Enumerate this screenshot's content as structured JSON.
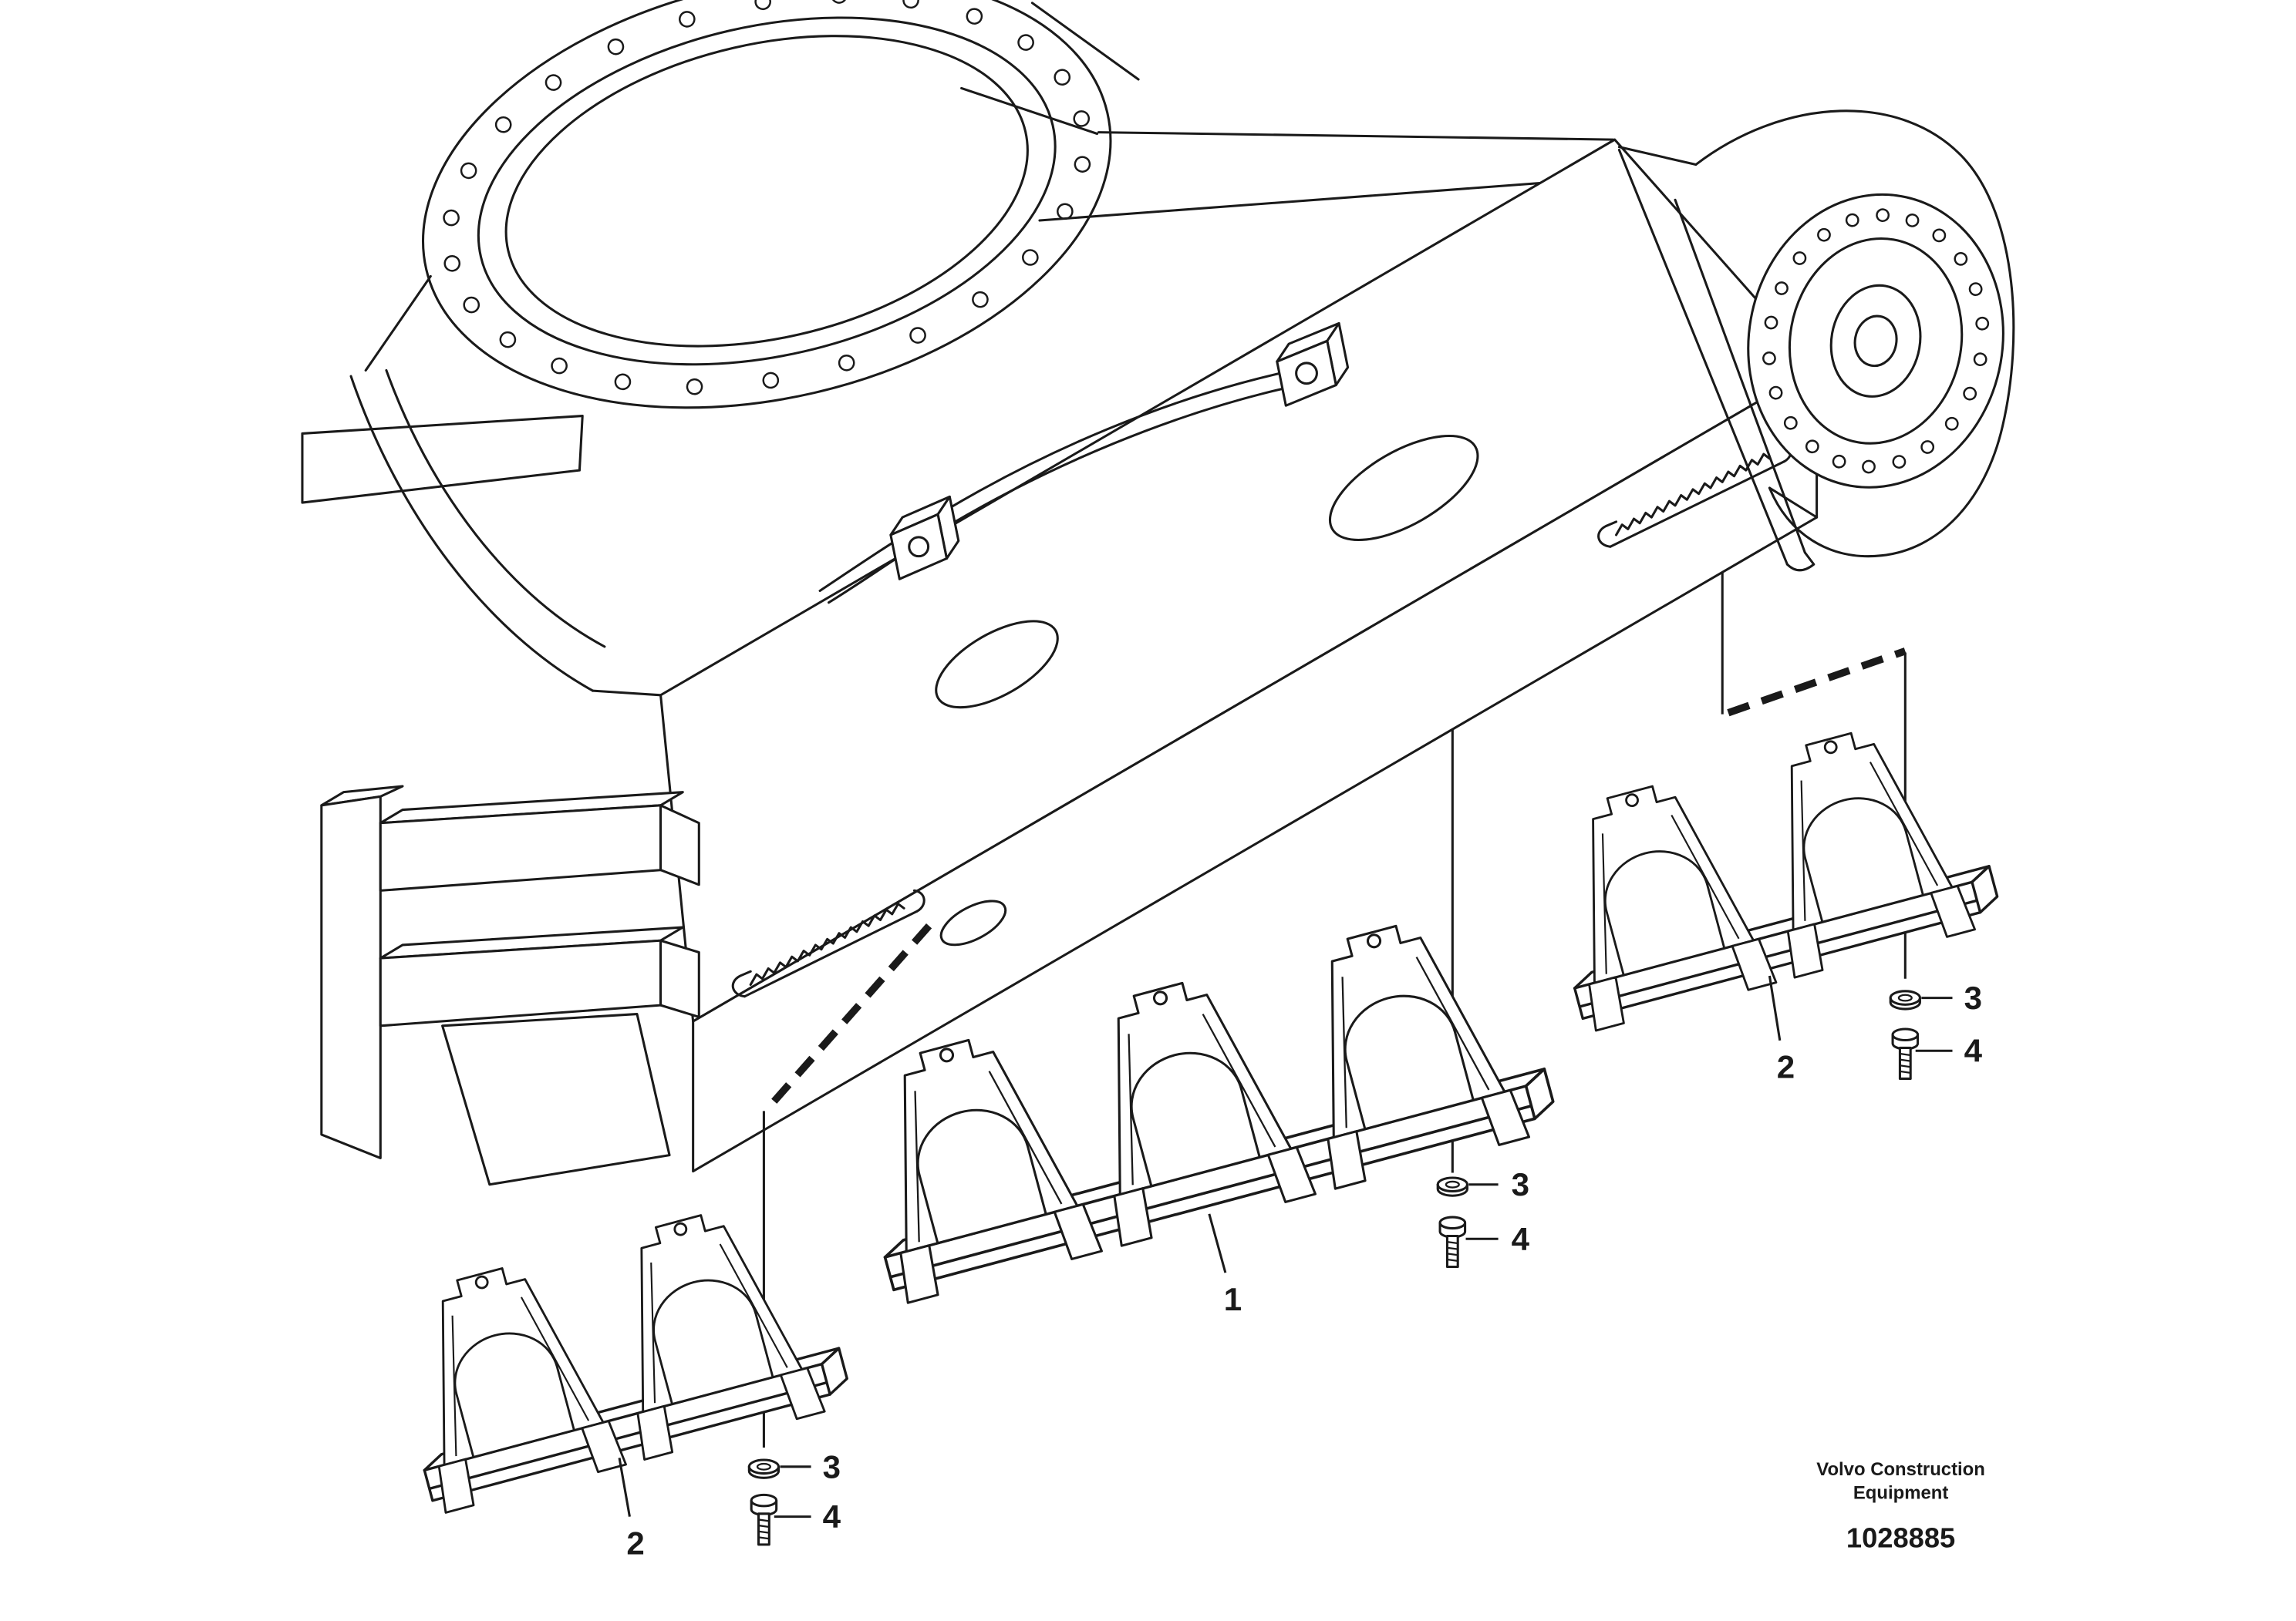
{
  "callouts": {
    "part1": "1",
    "part2_left": "2",
    "part2_right": "2",
    "washer_left": "3",
    "washer_center": "3",
    "washer_right": "3",
    "bolt_left": "4",
    "bolt_center": "4",
    "bolt_right": "4"
  },
  "footer": {
    "brand_line1": "Volvo Construction",
    "brand_line2": "Equipment",
    "document_number": "1028885"
  },
  "colors": {
    "line": "#1a1a1a",
    "background": "#ffffff"
  }
}
